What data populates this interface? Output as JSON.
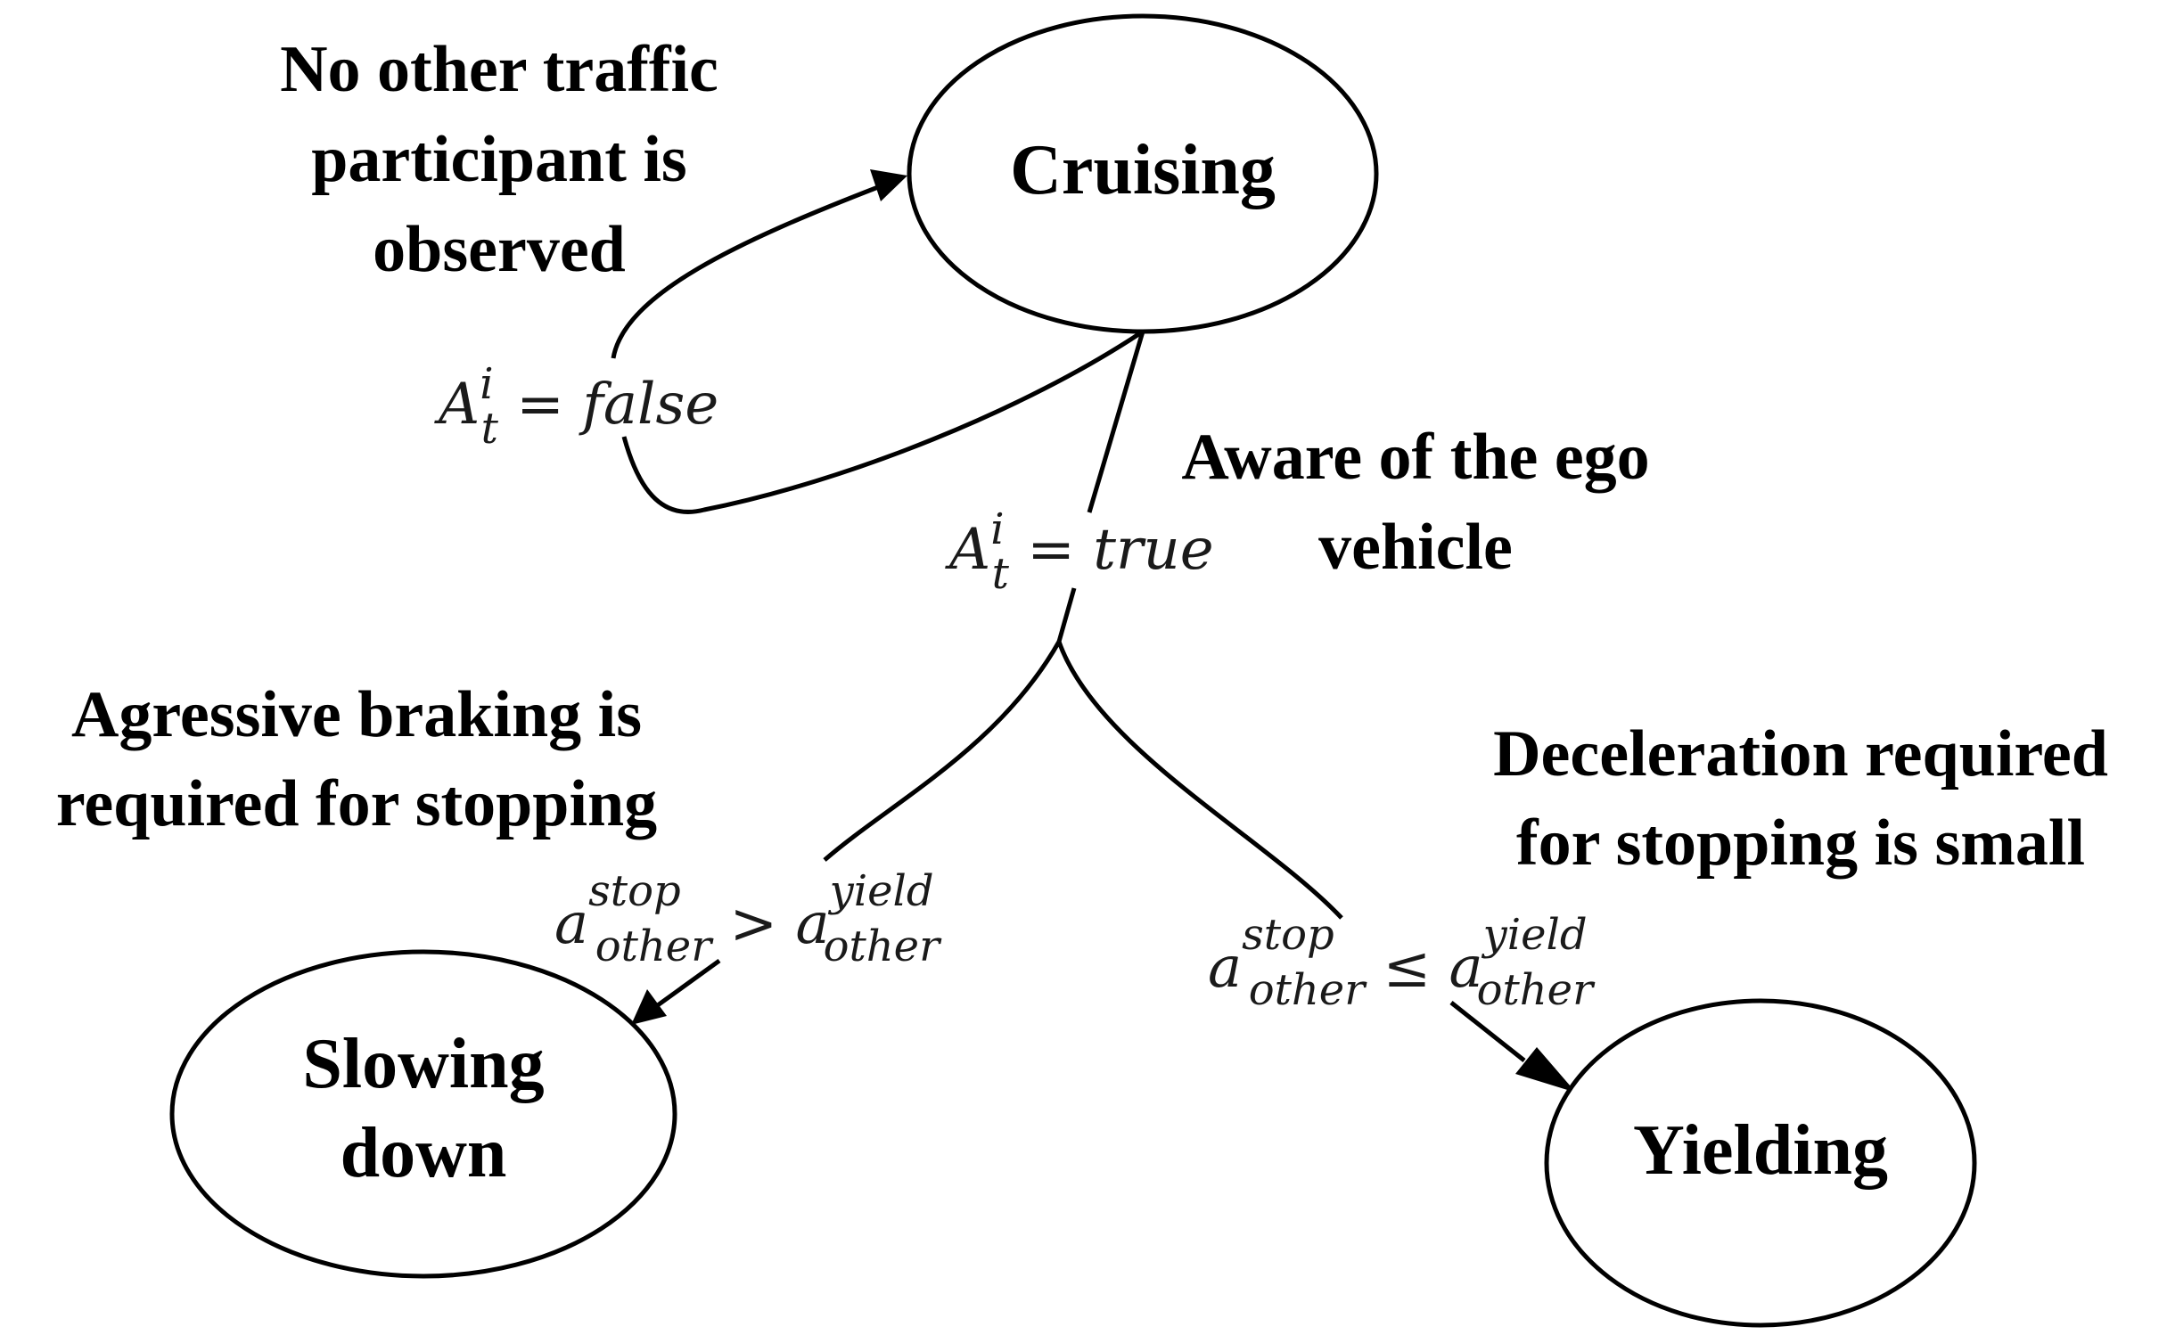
{
  "nodes": {
    "cruising": "Cruising",
    "slowing_line1": "Slowing",
    "slowing_line2": "down",
    "yielding": "Yielding"
  },
  "notes": {
    "no_traffic": [
      "No other traffic",
      "participant is",
      "observed"
    ],
    "aware": [
      "Aware of the ego",
      "vehicle"
    ],
    "aggressive": [
      "Agressive braking is",
      "required for stopping"
    ],
    "deceleration": [
      "Deceleration required",
      "for stopping is small"
    ]
  },
  "conditions": {
    "false_cond": {
      "base": "A",
      "sup": "i",
      "sub": "t",
      "op": " = ",
      "value": "false"
    },
    "true_cond": {
      "base": "A",
      "sup": "i",
      "sub": "t",
      "op": " = ",
      "value": "true"
    },
    "greater": {
      "base": "a",
      "sup1": "stop",
      "sub1": "other",
      "op": " > ",
      "base2": "a",
      "sup2": "yield",
      "sub2": "other"
    },
    "less_equal": {
      "base": "a",
      "sup1": "stop",
      "sub1": "other",
      "op": " ≤ ",
      "base2": "a",
      "sup2": "yield",
      "sub2": "other"
    }
  }
}
